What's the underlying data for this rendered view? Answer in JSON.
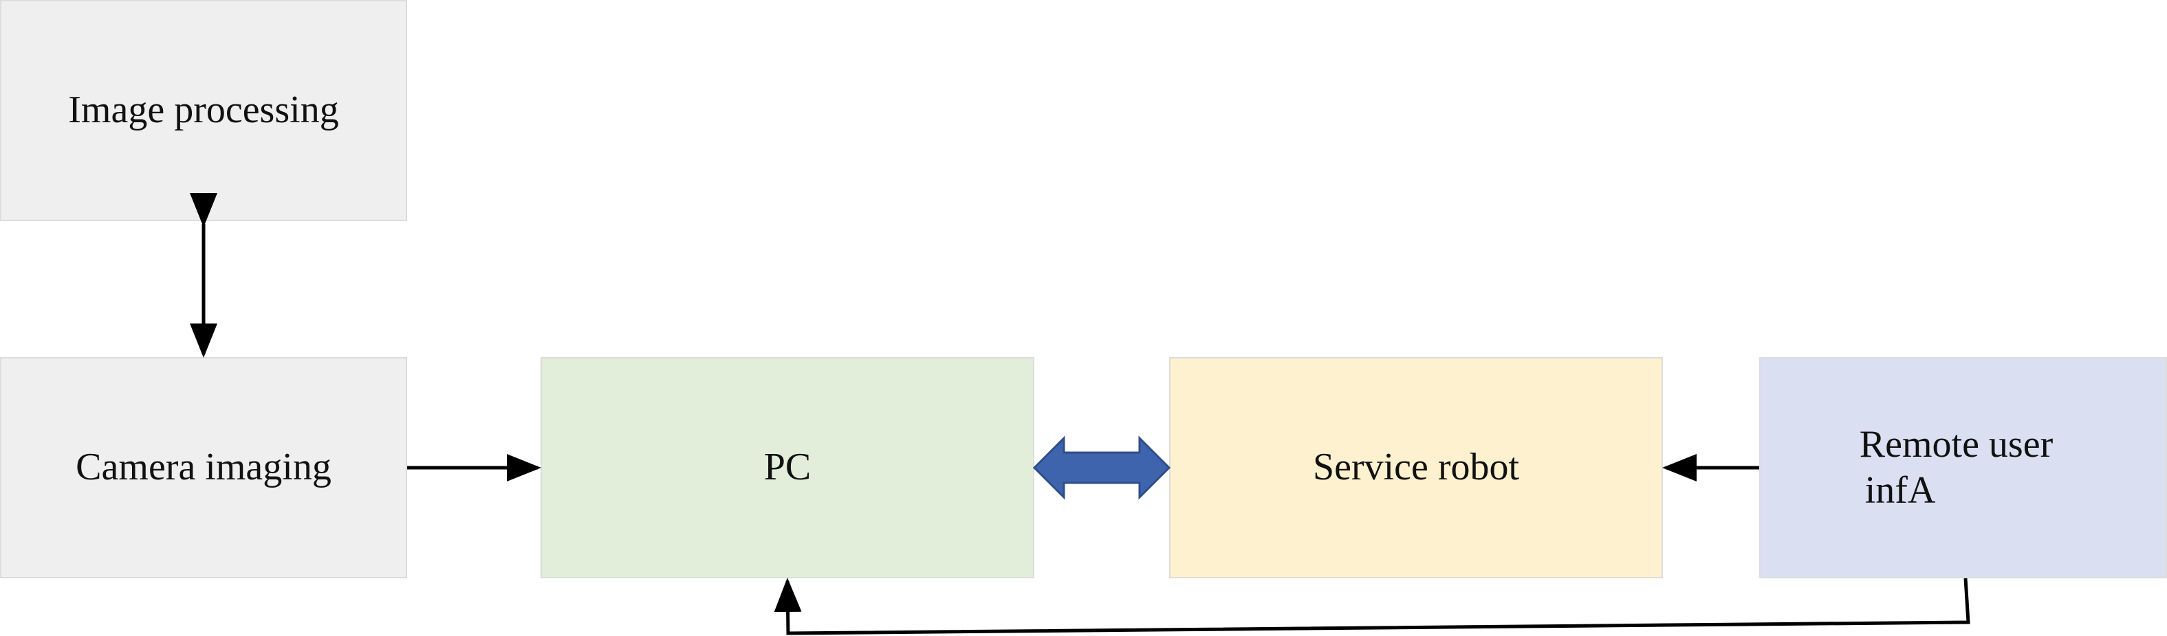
{
  "colors": {
    "neutral_box": "#efefef",
    "pc_box": "#e2eed9",
    "robot_box": "#fdf1cf",
    "remote_box": "#dae0f2",
    "big_arrow": "#3f64ae",
    "line": "#000000"
  },
  "nodes": {
    "image_processing": "Image processing",
    "camera_imaging": "Camera imaging",
    "pc": "PC",
    "service_robot": "Service robot",
    "remote_user_line1": "Remote user",
    "remote_user_line2": "infA"
  },
  "edges": [
    {
      "from": "camera_imaging",
      "to": "image_processing",
      "type": "bidirectional"
    },
    {
      "from": "camera_imaging",
      "to": "pc",
      "type": "directed"
    },
    {
      "from": "pc",
      "to": "service_robot",
      "type": "bidirectional-block",
      "color": "#3f64ae"
    },
    {
      "from": "remote_user",
      "to": "service_robot",
      "type": "directed"
    },
    {
      "from": "remote_user",
      "to": "pc",
      "type": "directed-elbow"
    }
  ]
}
